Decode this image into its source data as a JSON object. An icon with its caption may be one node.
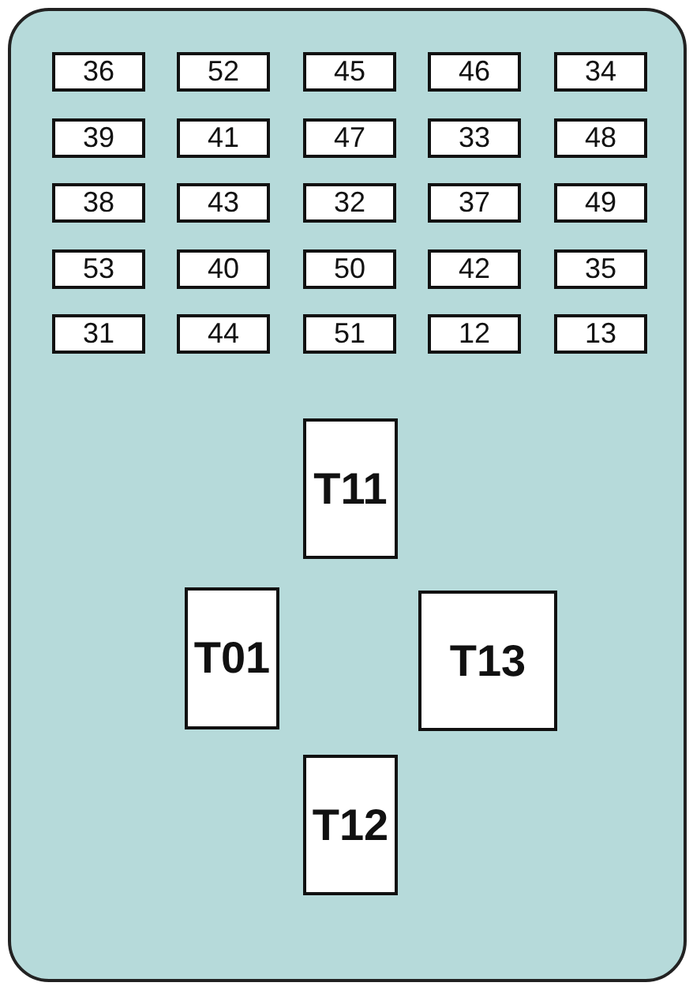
{
  "diagram": {
    "nodes": [
      {
        "text": [],
        "shape": "box"
      },
      {
        "text": [
          "36"
        ],
        "in": 0
      },
      {
        "text": [
          "52"
        ],
        "in": 0
      },
      {
        "text": [
          "45"
        ],
        "in": 0
      },
      {
        "text": [
          "46"
        ],
        "in": 0
      },
      {
        "text": [
          "34"
        ],
        "in": 0
      },
      {
        "text": [
          "39"
        ],
        "in": 0
      },
      {
        "text": [
          "41"
        ],
        "in": 0
      },
      {
        "text": [
          "47"
        ],
        "in": 0
      },
      {
        "text": [
          "33"
        ],
        "in": 0
      },
      {
        "text": [
          "48"
        ],
        "in": 0
      },
      {
        "text": [
          "38"
        ],
        "in": 0
      },
      {
        "text": [
          "43"
        ],
        "in": 0
      },
      {
        "text": [
          "32"
        ],
        "in": 0
      },
      {
        "text": [
          "37"
        ],
        "in": 0
      },
      {
        "text": [
          "49"
        ],
        "in": 0
      },
      {
        "text": [
          "53"
        ],
        "in": 0
      },
      {
        "text": [
          "40"
        ],
        "in": 0
      },
      {
        "text": [
          "50"
        ],
        "in": 0
      },
      {
        "text": [
          "42"
        ],
        "in": 0
      },
      {
        "text": [
          "35"
        ],
        "in": 0
      },
      {
        "text": [
          "31"
        ],
        "in": 0
      },
      {
        "text": [
          "44"
        ],
        "in": 0
      },
      {
        "text": [
          "51"
        ],
        "in": 0
      },
      {
        "text": [
          "12"
        ],
        "in": 0
      },
      {
        "text": [
          "13"
        ],
        "in": 0
      },
      {
        "text": [
          "T11"
        ],
        "in": 0
      },
      {
        "text": [
          "T01"
        ],
        "in": 0
      },
      {
        "text": [
          "T13"
        ],
        "in": 0
      },
      {
        "text": [
          "T12"
        ],
        "in": 0
      }
    ]
  }
}
